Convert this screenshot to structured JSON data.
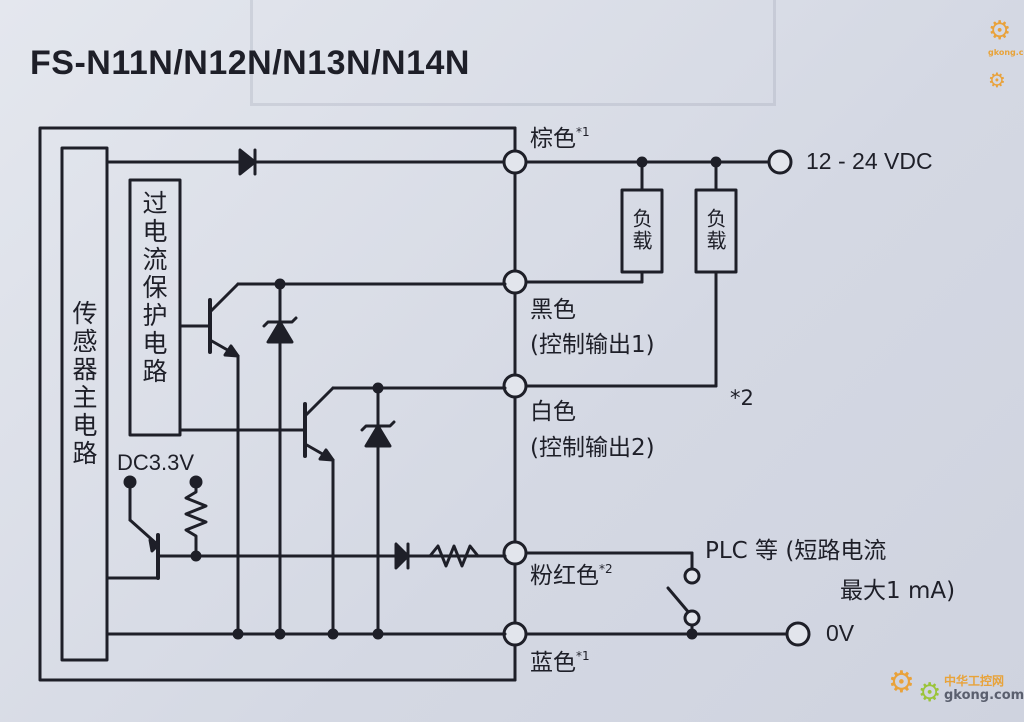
{
  "title": "FS-N11N/N12N/N13N/N14N",
  "blocks": {
    "main_circuit": "传感器主电路",
    "protection_circuit": "过电流保护电路",
    "load": "负载"
  },
  "wires": {
    "brown": "棕色",
    "black": "黑色",
    "control_output_1": "(控制输出1)",
    "white": "白色",
    "control_output_2": "(控制输出2)",
    "pink": "粉红色",
    "blue": "蓝色",
    "note_1": "*1",
    "note_2": "*2"
  },
  "supply": {
    "voltage": "12 - 24 VDC",
    "ground": "0V",
    "internal": "DC3.3V"
  },
  "plc": {
    "line1": "PLC 等 (短路电流",
    "line2": "最大1 mA)"
  },
  "watermark": {
    "text": "中华工控网",
    "domain": "gkong.com"
  },
  "colors": {
    "ink": "#1e1f28",
    "paper": "#dfe2ea",
    "watermark": "#e8a33a"
  }
}
